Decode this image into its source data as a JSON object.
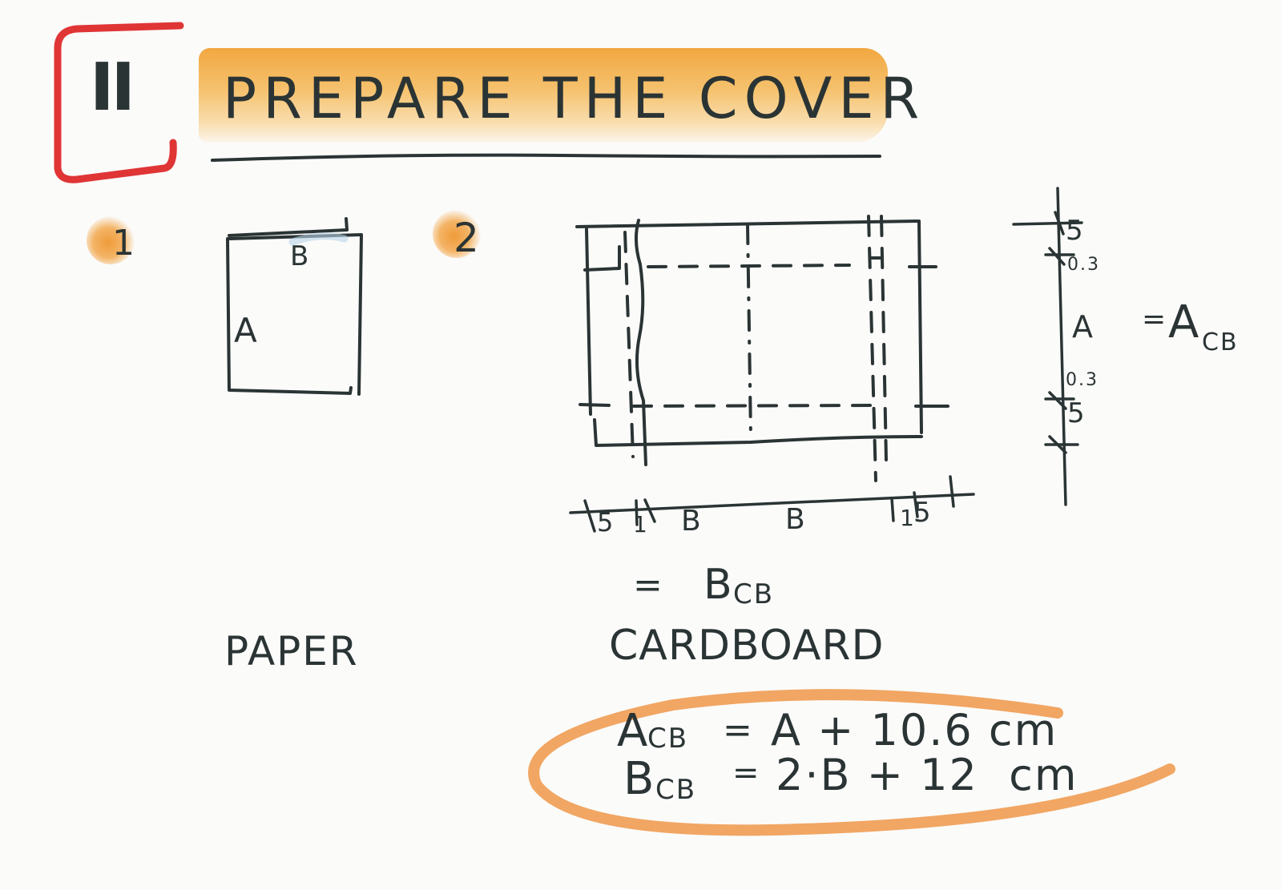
{
  "header": {
    "section_numeral": "II",
    "title": "PREPARE THE COVER",
    "colors": {
      "bracket": "#e03030",
      "wash": "#f2a53c",
      "ink": "#2b3434",
      "ellipse": "#ee9648"
    }
  },
  "step1": {
    "number": "1",
    "label_top": "B",
    "label_side": "A",
    "caption": "PAPER"
  },
  "step2": {
    "number": "2",
    "horizontal_dimensions": [
      "5",
      "1",
      "B",
      "B",
      "1",
      "5"
    ],
    "horizontal_result": {
      "eq": "=",
      "symbol": "B",
      "subscript": "CB"
    },
    "vertical_dimensions": [
      "5",
      "0.3",
      "A",
      "0.3",
      "5"
    ],
    "vertical_result": {
      "eq": "=",
      "symbol": "A",
      "subscript": "CB"
    },
    "caption": "CARDBOARD"
  },
  "formulas": [
    {
      "symbol": "A",
      "subscript": "CB",
      "eq": "=",
      "expression": "A + 10.6 cm"
    },
    {
      "symbol": "B",
      "subscript": "CB",
      "eq": "=",
      "expression": "2·B + 12  cm"
    }
  ]
}
